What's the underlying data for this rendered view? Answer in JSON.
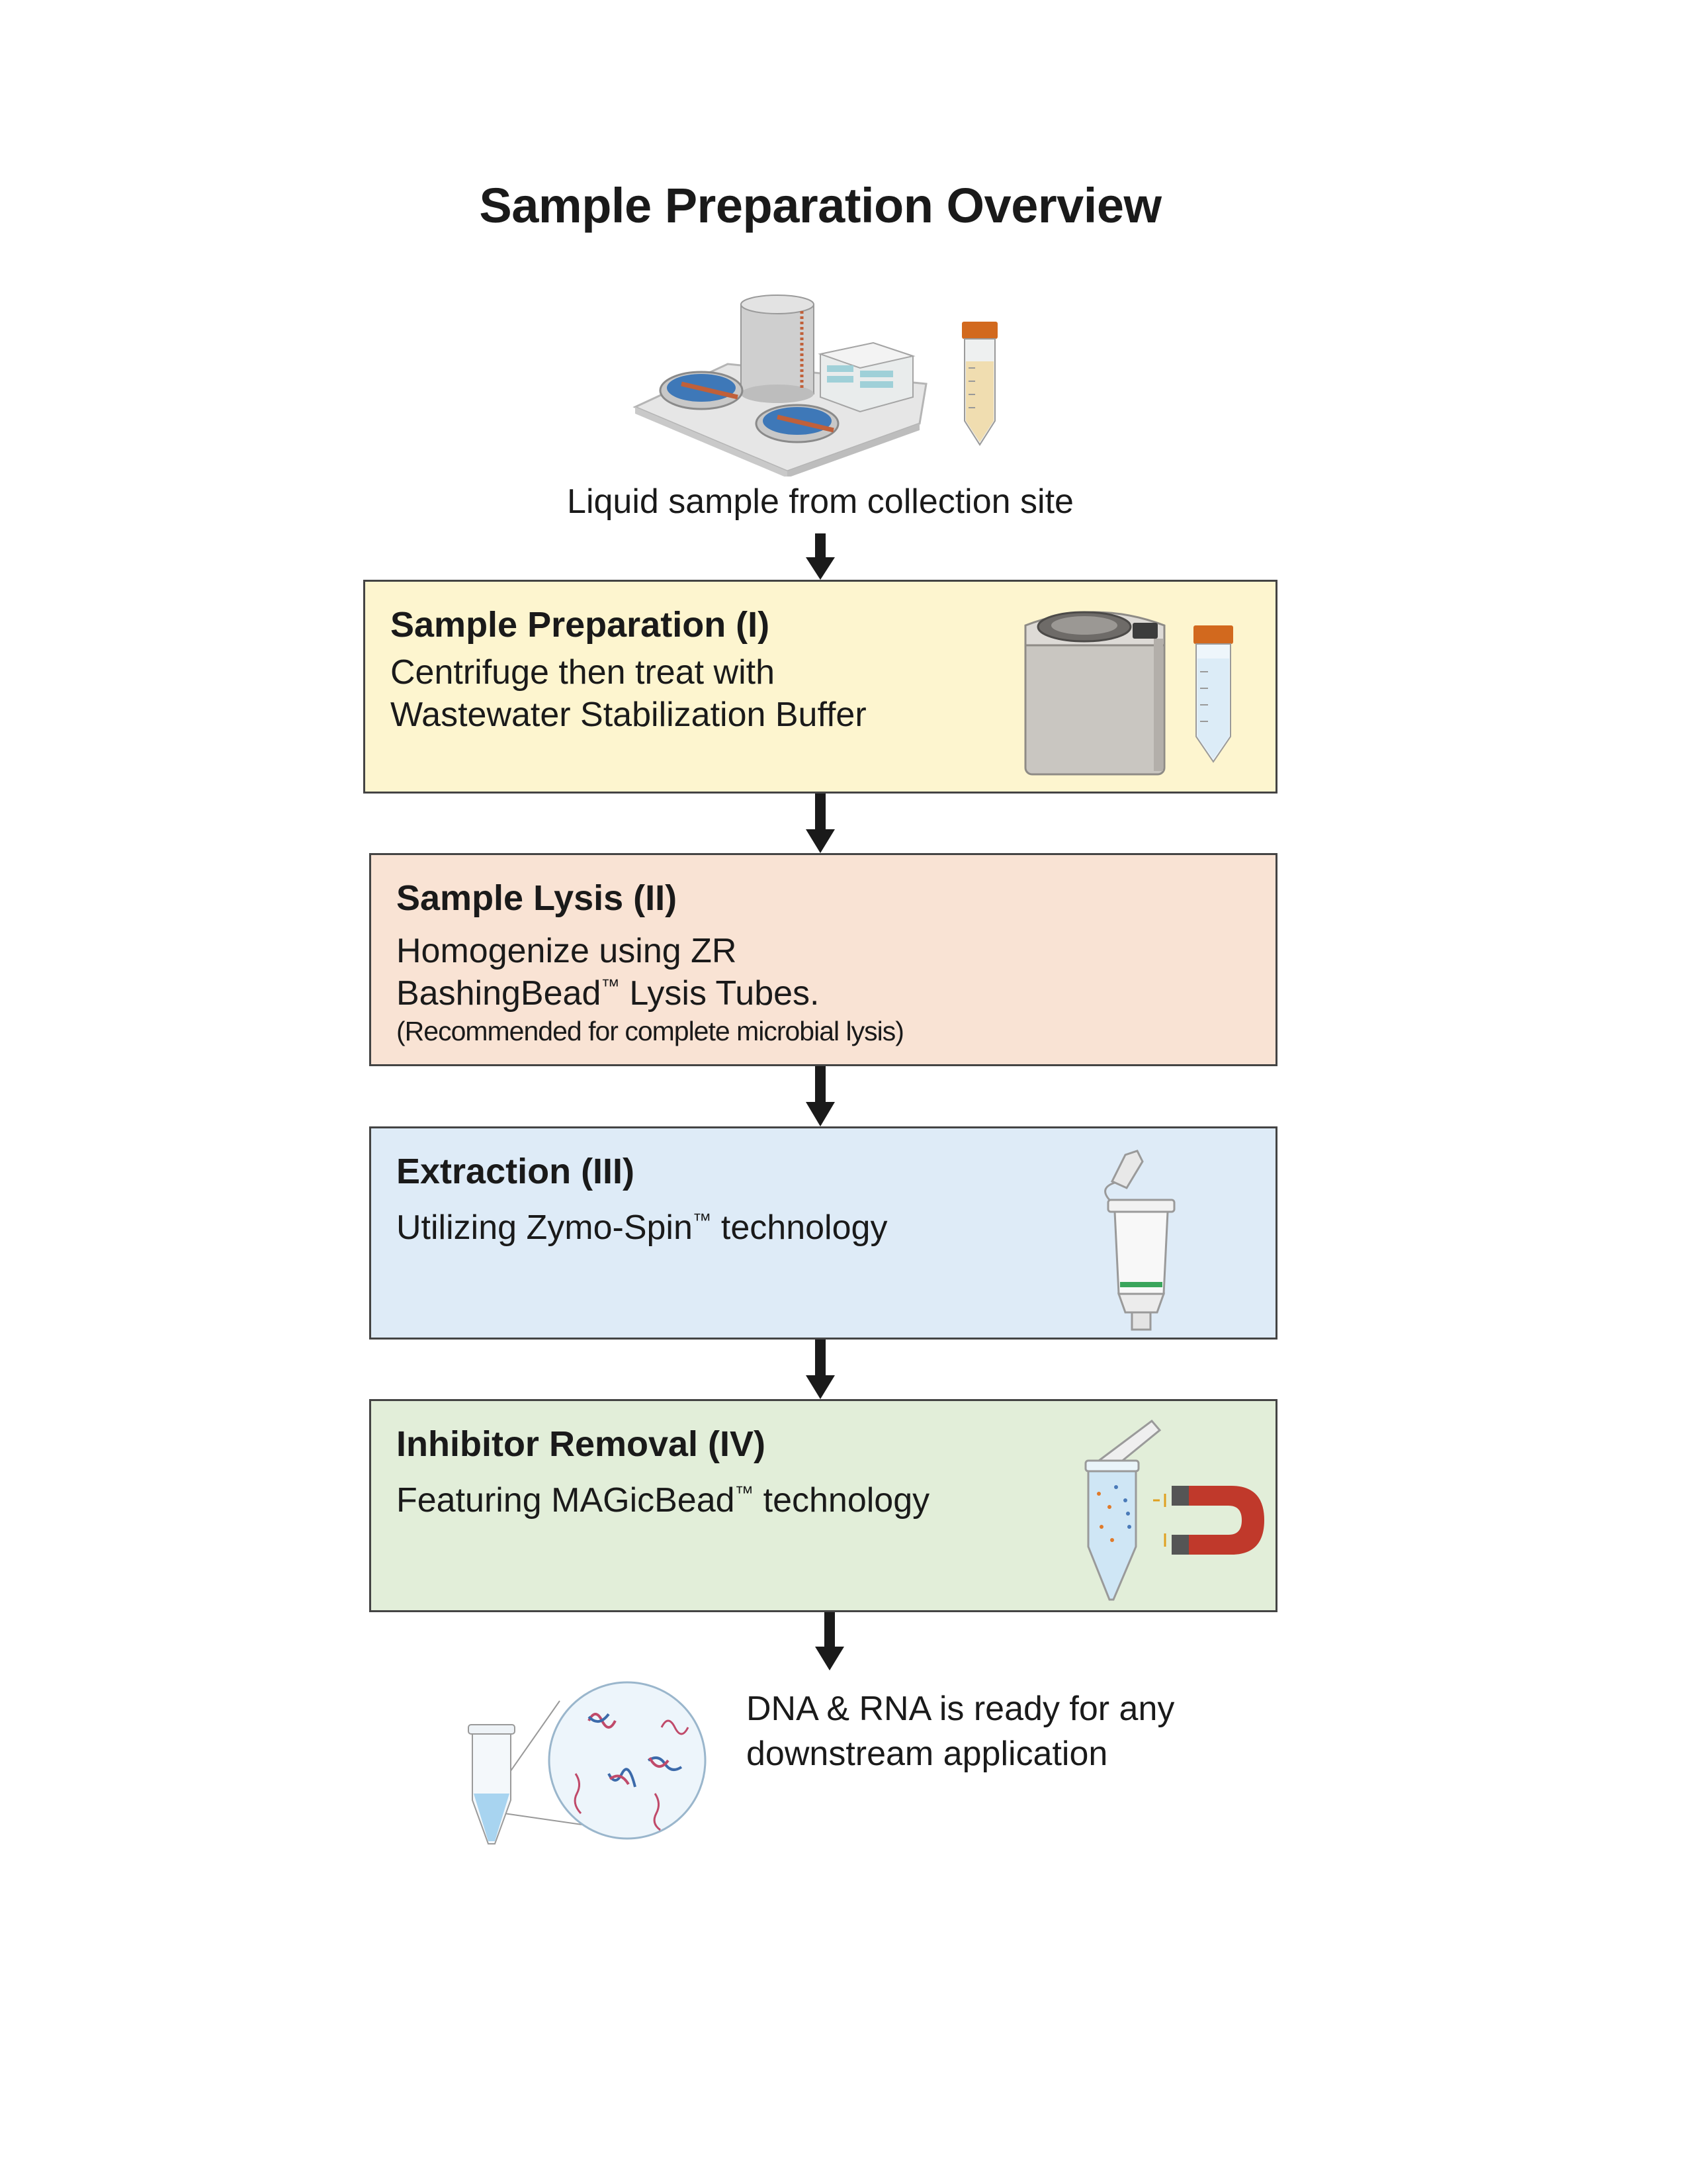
{
  "title": "Sample Preparation Overview",
  "source_caption": "Liquid sample from collection site",
  "steps": [
    {
      "heading": "Sample Preparation (I)",
      "lines": [
        "Centrifuge then treat with",
        "Wastewater Stabilization Buffer"
      ],
      "icon": "centrifuge-icon",
      "color": "#fdf5cf"
    },
    {
      "heading": "Sample Lysis (II)",
      "line1": "Homogenize using ZR",
      "line2a": "BashingBead",
      "tm": "™",
      "line2b": " Lysis Tubes.",
      "note": "(Recommended for complete microbial lysis)",
      "icon": "none",
      "color": "#f9e3d4"
    },
    {
      "heading": "Extraction (III)",
      "line_a": "Utilizing Zymo-Spin",
      "tm": "™",
      "line_b": " technology",
      "icon": "spin-column-icon",
      "color": "#deebf7"
    },
    {
      "heading": "Inhibitor Removal  (IV)",
      "line_a": "Featuring MAGicBead",
      "tm": "™",
      "line_b": " technology",
      "icon": "magnet-tube-icon",
      "color": "#e2eed9"
    }
  ],
  "final_caption": [
    "DNA & RNA is ready for any",
    "downstream application"
  ]
}
